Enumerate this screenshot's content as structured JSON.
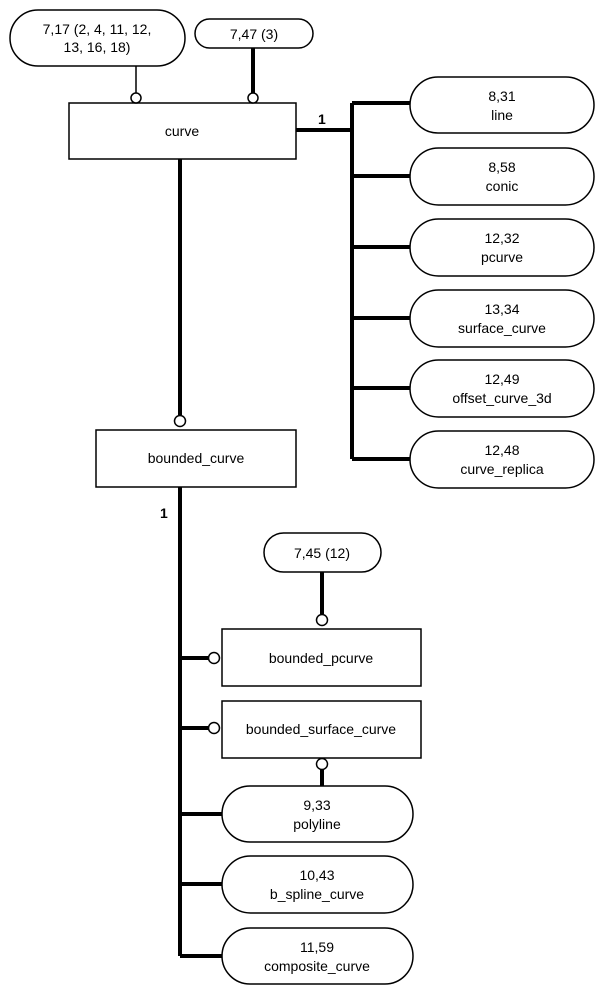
{
  "entities": {
    "curve": "curve",
    "bounded_curve": "bounded_curve",
    "bounded_pcurve": "bounded_pcurve",
    "bounded_surface_curve": "bounded_surface_curve"
  },
  "refs": {
    "ref_7_17": {
      "line1": "7,17 (2, 4, 11, 12,",
      "line2": "13, 16, 18)"
    },
    "ref_7_47": {
      "line1": "7,47 (3)"
    },
    "ref_7_45": {
      "line1": "7,45 (12)"
    }
  },
  "curve_subtypes": [
    {
      "ref": "8,31",
      "name": "line"
    },
    {
      "ref": "8,58",
      "name": "conic"
    },
    {
      "ref": "12,32",
      "name": "pcurve"
    },
    {
      "ref": "13,34",
      "name": "surface_curve"
    },
    {
      "ref": "12,49",
      "name": "offset_curve_3d"
    },
    {
      "ref": "12,48",
      "name": "curve_replica"
    }
  ],
  "bounded_subtypes": [
    {
      "ref": "9,33",
      "name": "polyline"
    },
    {
      "ref": "10,43",
      "name": "b_spline_curve"
    },
    {
      "ref": "11,59",
      "name": "composite_curve"
    }
  ],
  "labels": {
    "curve_cardinality": "1",
    "bounded_cardinality": "1"
  }
}
